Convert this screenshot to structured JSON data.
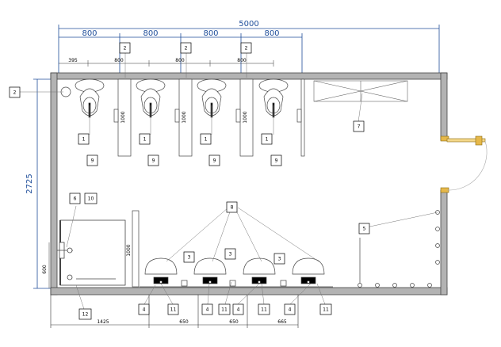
{
  "dimensions": {
    "total_width": "5000",
    "cubicle_width": "800",
    "wc_offset": "395",
    "wc_spacing": "800",
    "partition_height": "1000",
    "total_depth": "2725",
    "shower_height": "600",
    "bottom_1": "1425",
    "bottom_2": "650",
    "bottom_3": "650",
    "bottom_4": "665"
  },
  "tags": {
    "t1": "1",
    "t2": "2",
    "t3": "3",
    "t4": "4",
    "t5": "5",
    "t6": "6",
    "t7": "7",
    "t8": "8",
    "t9": "9",
    "t10": "10",
    "t11": "11",
    "t12": "12"
  }
}
